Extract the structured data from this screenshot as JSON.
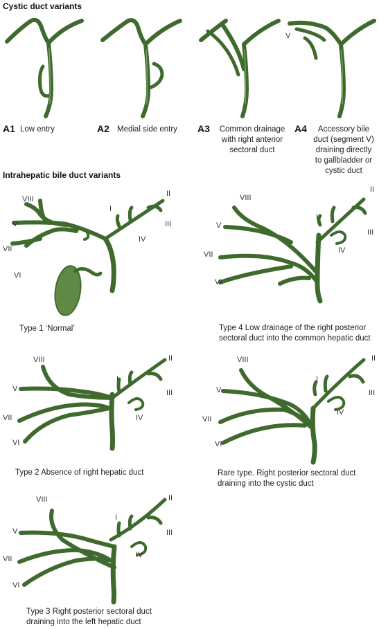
{
  "cystic": {
    "heading": "Cystic duct variants",
    "items": [
      {
        "letter": "A1",
        "label": "Low entry"
      },
      {
        "letter": "A2",
        "label": "Medial side entry"
      },
      {
        "letter": "A3",
        "label": "Common drainage\nwith right anterior\nsectoral duct"
      },
      {
        "letter": "A4",
        "label": "Accessory bile\nduct (segment V)\ndraining directly\nto gallbladder or\ncystic duct"
      }
    ],
    "a4_segment": "V"
  },
  "intrahepatic": {
    "heading": "Intrahepatic bile duct variants",
    "captions": {
      "type1": "Type 1 ‘Normal’",
      "type4": "Type 4 Low drainage of the right posterior\nsectoral duct into the common hepatic duct",
      "type2": "Type 2 Absence of right hepatic duct",
      "rare": "Rare type. Right posterior sectoral duct\ndraining into the cystic duct",
      "type3": "Type 3 Right posterior sectoral duct\ndraining into the left hepatic duct"
    },
    "segments": {
      "I": "I",
      "II": "II",
      "III": "III",
      "IV": "IV",
      "V": "V",
      "VI": "VI",
      "VII": "VII",
      "VIII": "VIII"
    }
  },
  "colors": {
    "duct_dark": "#3f6a2e",
    "duct_light": "#7aa662"
  }
}
